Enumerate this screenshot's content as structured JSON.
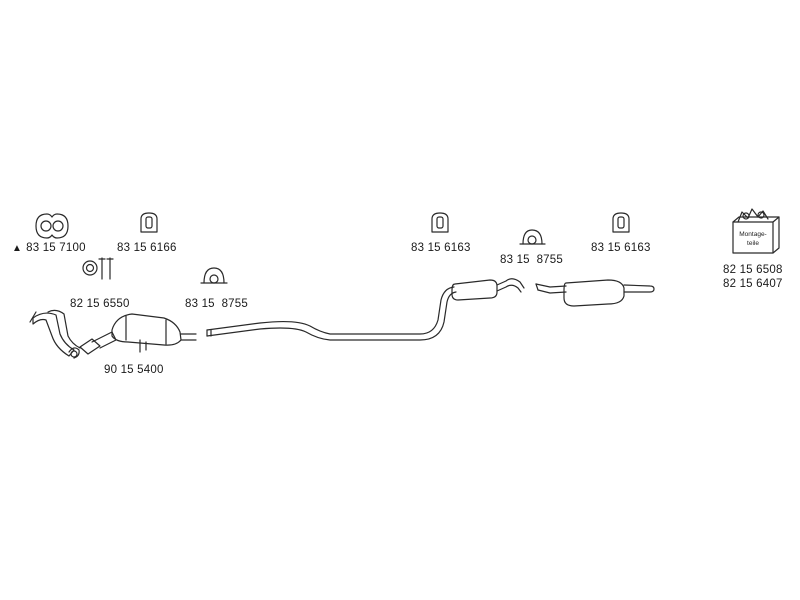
{
  "parts": {
    "p1": {
      "marker": "▲",
      "number": "83 15 7100"
    },
    "p2": {
      "number": "83 15 6166"
    },
    "p3": {
      "number": "82 15 6550"
    },
    "p4": {
      "number": "83 15  8755"
    },
    "p5": {
      "number": "90 15 5400"
    },
    "p6": {
      "number": "83 15 6163"
    },
    "p7": {
      "number": "83 15  8755"
    },
    "p8": {
      "number": "83 15 6163"
    },
    "p9": {
      "number": "82 15 6508"
    },
    "p10": {
      "number": "82 15 6407"
    }
  },
  "kit_box": {
    "line1": "Montage-",
    "line2": "teile"
  }
}
